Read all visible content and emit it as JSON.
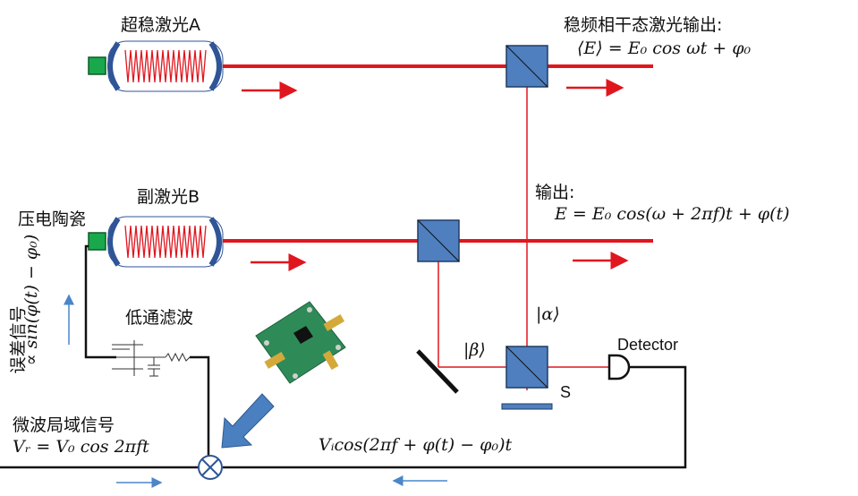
{
  "labels": {
    "laser_a": "超稳激光A",
    "laser_b": "副激光B",
    "stable_output_title": "稳频相干态激光输出:",
    "stable_output_eq": "⟨E⟩ = E₀ cos ωt + φ₀",
    "output_title": "输出:",
    "output_eq": "E = E₀ cos(ω + 2πf)t + φ(t)",
    "piezo": "压电陶瓷",
    "error_signal_title": "误差信号",
    "error_signal_eq": "∝ sin(φ(t) − φ₀)",
    "lowpass": "低通滤波",
    "alpha": "|α⟩",
    "beta": "|β⟩",
    "detector": "Detector",
    "s_label": "S",
    "microwave_title": "微波局域信号",
    "microwave_eq": "Vᵣ = V₀ cos 2πft",
    "mixer_output_eq": "Vᵢcos(2πf + φ(t) − φ₀)t"
  },
  "colors": {
    "beam_red": "#e0161e",
    "splitter_fill": "#4f7fbe",
    "splitter_stroke": "#1f3d66",
    "arrow_blue": "#4a86c8",
    "piezo_green": "#1aa84c",
    "pcb_green": "#2e8b57"
  }
}
